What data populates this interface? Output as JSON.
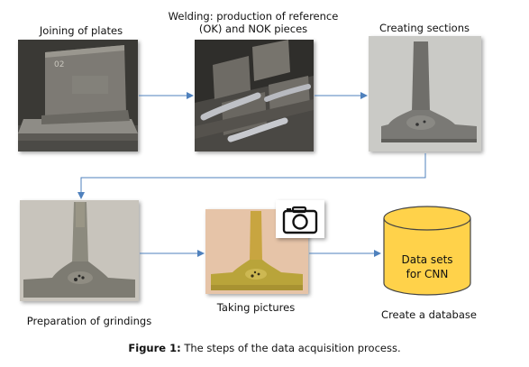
{
  "steps": {
    "joining": "Joining of plates",
    "welding": "Welding: production of reference (OK) and NOK pieces",
    "sections": "Creating sections",
    "grindings": "Preparation of grindings",
    "pictures": "Taking pictures",
    "database": "Create a database"
  },
  "database_text": {
    "line1": "Data sets",
    "line2": "for CNN"
  },
  "caption": {
    "prefix": "Figure 1:",
    "text": "The steps of the data acquisition process."
  },
  "colors": {
    "arrow": "#4f81bd",
    "database_fill": "#ffd24a",
    "database_stroke": "#444444"
  }
}
